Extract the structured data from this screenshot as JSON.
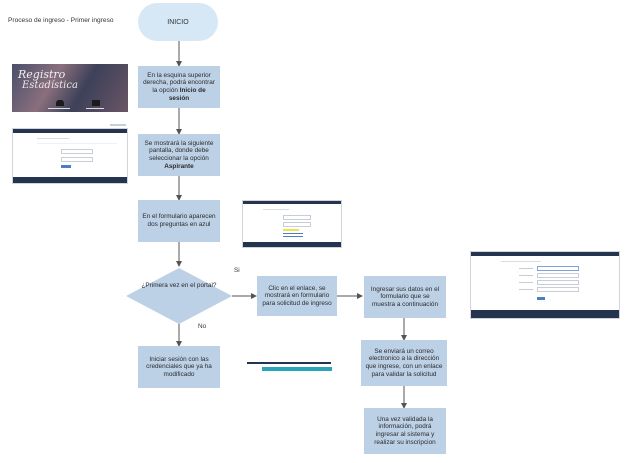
{
  "diagram": {
    "title": "Proceso de ingreso - Primer ingreso",
    "start": "INICIO",
    "steps": {
      "step1": {
        "pre": "En la esquina superior derecha, podrá encontrar la opción ",
        "bold": "Inicio de sesión",
        "post": ""
      },
      "step2": {
        "pre": "Se mostrará la siguiente pantalla, donde debe seleccionar la opción ",
        "bold": "Aspirante",
        "post": ""
      },
      "step3": "En el formulario aparecen dos preguntas en azul",
      "decision": "¿Primera vez en el portal?",
      "yes_label": "Si",
      "no_label": "No",
      "no_branch": "Iniciar sesión con las credenciales que ya ha modificado",
      "yes1": "Clic en el enlace, se mostrará en formulario para solicitud de ingreso",
      "yes2": "Ingresar sus datos en el formulario que se muestra  a continuación",
      "yes3": "Se enviará un correo electronico a la dirección que ingrese, con un enlace para validar la solicitud",
      "yes4": "Una vez validada la información, podrá ingresar al sistema y realizar su inscripcion"
    },
    "banner_text": {
      "line1": "Registro",
      "line2": "Estadística"
    },
    "colors": {
      "process": "#bcd0e6",
      "start": "#d6e8f6",
      "connector": "#555555",
      "header_bar": "#24344e"
    }
  }
}
